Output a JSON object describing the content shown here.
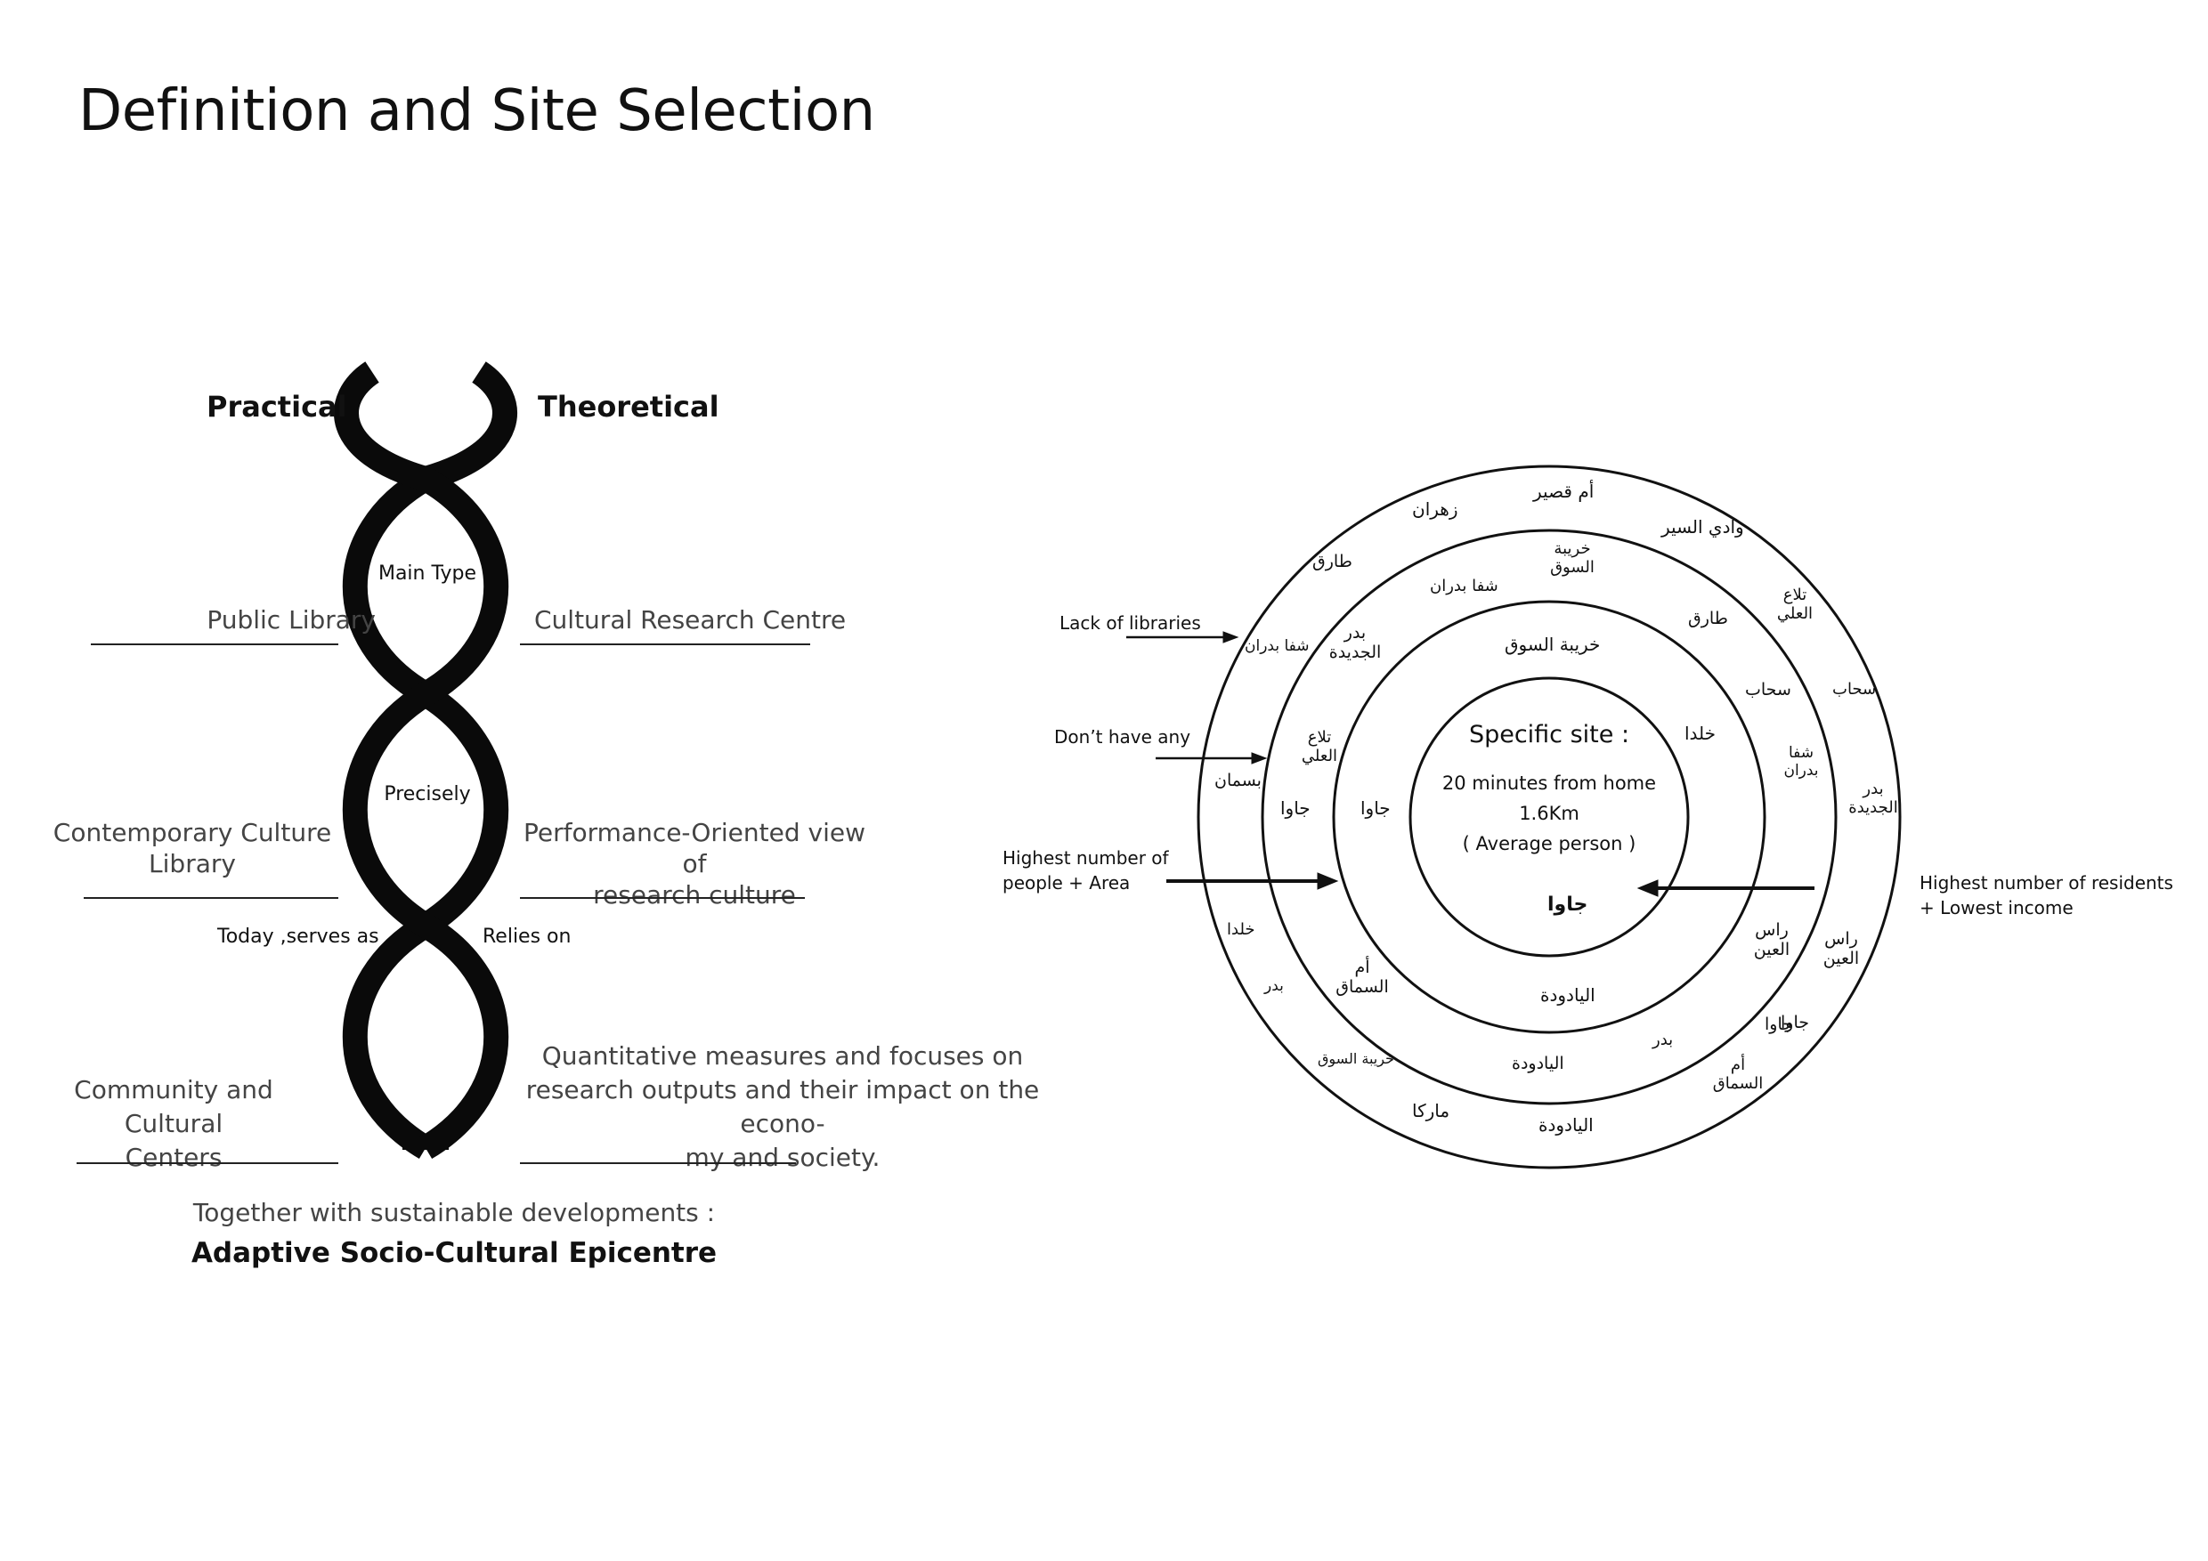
{
  "page": {
    "title": "Definition and Site Selection"
  },
  "helix": {
    "left_heading": "Practical",
    "right_heading": "Theoretical",
    "nodes": [
      "Main Type",
      "Precisely",
      "Today ,serves as",
      "Relies on"
    ],
    "left_items": [
      "Public Library",
      "Contemporary Culture\nLibrary",
      "Community and Cultural\nCenters"
    ],
    "right_items": [
      "Cultural Research Centre",
      "Performance-Oriented view of\nresearch culture",
      "Quantitative measures and focuses on\nresearch outputs and their impact on the econo-\nmy and society."
    ],
    "footer_line": "Together with sustainable developments :",
    "footer_bold": "Adaptive Socio-Cultural Epicentre"
  },
  "site_map": {
    "center_title": "Specific site :",
    "center_lines": [
      "20 minutes from home",
      "1.6Km",
      "( Average person )"
    ],
    "annotations": {
      "lack_libraries": "Lack of libraries",
      "dont_have": "Don’t have any",
      "highest_people": "Highest number of\n people  + Area",
      "highest_residents": "Highest number of residents\n+ Lowest income"
    },
    "inner_labels": [
      "جاوا"
    ],
    "ring2_labels": [
      "خريبة السوق",
      "خلدا",
      "جاوا",
      "اليادودة"
    ],
    "ring3_labels": [
      "خريبة السوق",
      "شفا بدران",
      "طارق",
      "بدر الجديدة",
      "تلاع العلي",
      "سحاب",
      "شفا بدران",
      "جاوا",
      "راس العين",
      "أم السماق",
      "بدر",
      "اليادودة",
      "جاوا"
    ],
    "ring4_labels": [
      "أم قصير",
      "زهران",
      "وادي السير",
      "طارق",
      "تلاع العلي",
      "شفا بدران",
      "سحاب",
      "بسمان",
      "بدر الجديدة",
      "خلدا",
      "راس العين",
      "بدر",
      "جاوا",
      "خريبة السوق",
      "أم السماق",
      "ماركا",
      "اليادودة"
    ]
  }
}
